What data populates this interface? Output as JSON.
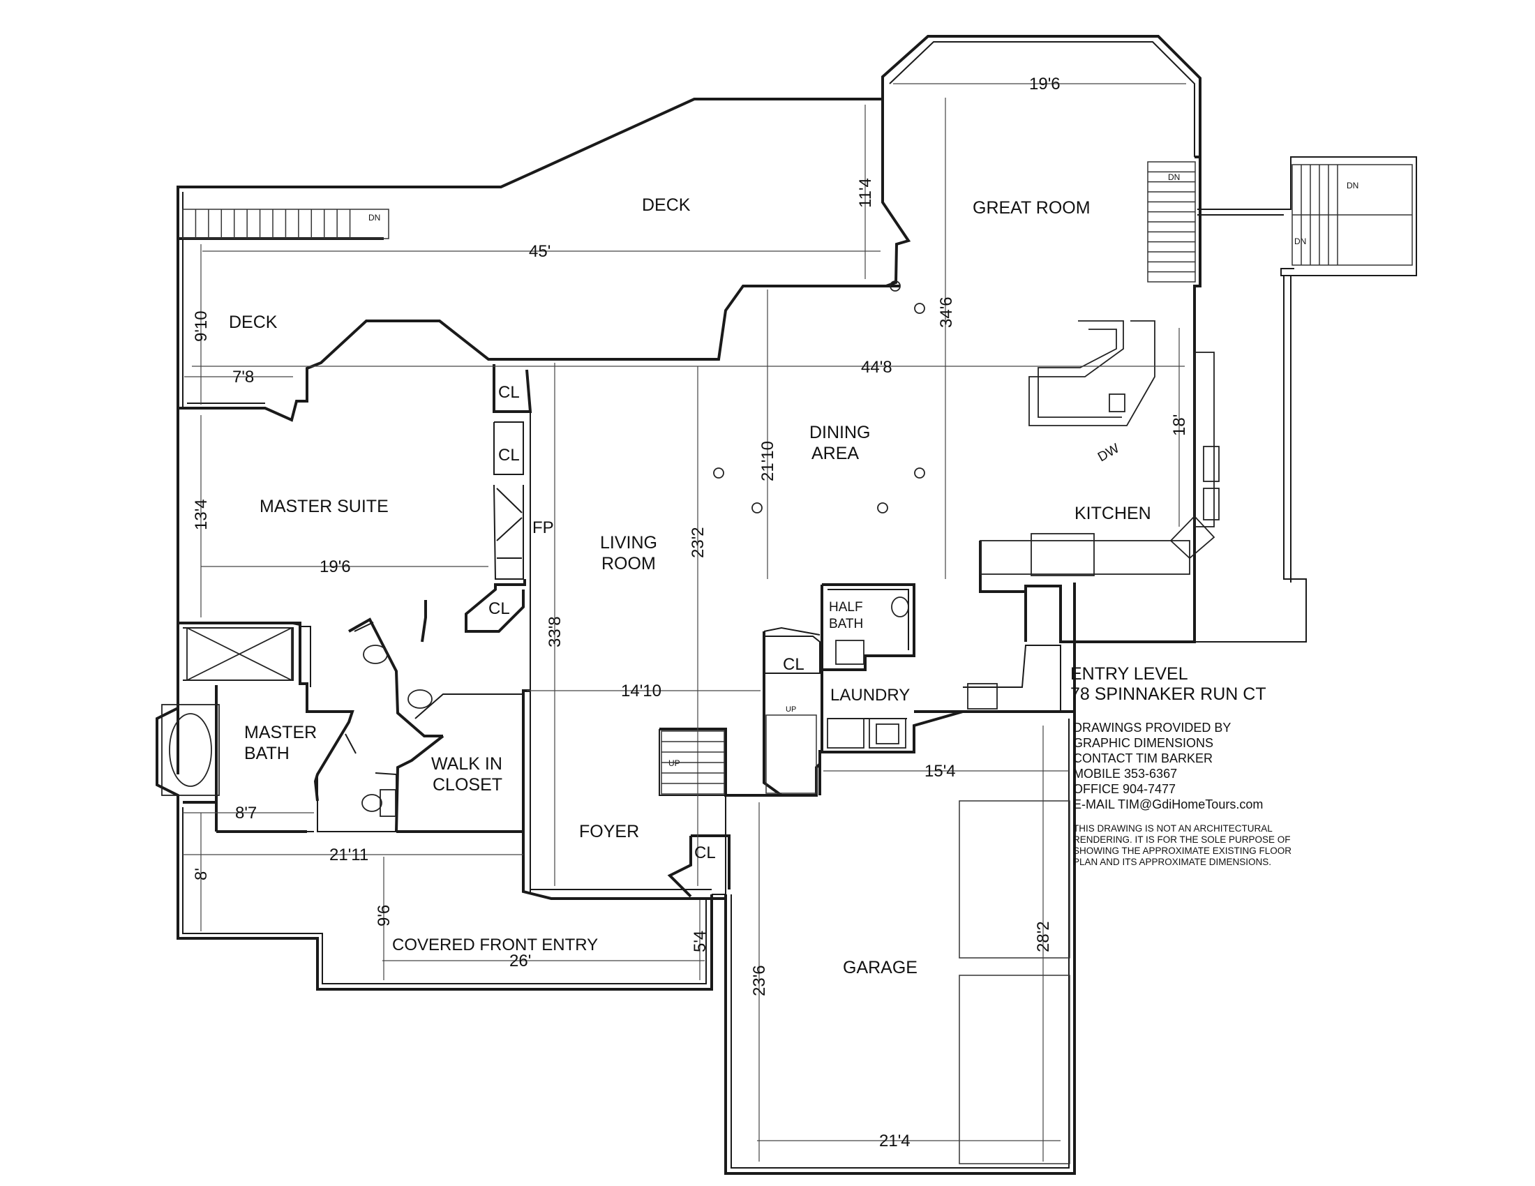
{
  "plan": {
    "title_line1": "ENTRY LEVEL",
    "title_line2": "78 SPINNAKER RUN CT",
    "credits": [
      "DRAWINGS PROVIDED BY",
      "GRAPHIC DIMENSIONS",
      "CONTACT TIM BARKER",
      "MOBILE 353-6367",
      "OFFICE 904-7477",
      "E-MAIL TIM@GdiHomeTours.com"
    ],
    "disclaimer": [
      "THIS DRAWING IS NOT AN ARCHITECTURAL",
      "RENDERING. IT IS FOR THE SOLE PURPOSE OF",
      "SHOWING THE APPROXIMATE EXISTING FLOOR",
      "PLAN AND ITS APPROXIMATE  DIMENSIONS."
    ]
  },
  "rooms": {
    "deck_upper": "DECK",
    "deck_left": "DECK",
    "great_room": "GREAT ROOM",
    "dining_area_1": "DINING",
    "dining_area_2": "AREA",
    "kitchen": "KITCHEN",
    "master_suite": "MASTER SUITE",
    "living_room_1": "LIVING",
    "living_room_2": "ROOM",
    "fireplace": "FP",
    "closet_1": "CL",
    "closet_2": "CL",
    "closet_3": "CL",
    "closet_4": "CL",
    "closet_5": "CL",
    "half_bath_1": "HALF",
    "half_bath_2": "BATH",
    "laundry": "LAUNDRY",
    "master_bath_1": "MASTER",
    "master_bath_2": "BATH",
    "walk_in_closet_1": "WALK IN",
    "walk_in_closet_2": "CLOSET",
    "foyer": "FOYER",
    "covered_front_entry": "COVERED FRONT ENTRY",
    "garage": "GARAGE",
    "dishwasher": "DW",
    "stair_dn_1": "DN",
    "stair_dn_2": "DN",
    "stair_dn_3": "DN",
    "stair_dn_4": "DN",
    "stair_up_1": "UP",
    "stair_up_2": "UP"
  },
  "dimensions": {
    "deck_width": "45'",
    "deck_depth": "11'4",
    "great_room_width": "19'6",
    "great_room_length": "34'6",
    "deck_left_depth": "9'10",
    "deck_left_width": "7'8",
    "overall_width": "44'8",
    "dining_depth": "21'10",
    "kitchen_depth": "18'",
    "master_depth": "13'4",
    "master_width": "19'6",
    "living_depth": "23'2",
    "living_length": "33'8",
    "living_width": "14'10",
    "garage_width_top": "15'4",
    "bath_width": "8'7",
    "entry_wall": "21'11",
    "entry_depth_left": "8'",
    "entry_depth_mid": "9'6",
    "entry_width": "26'",
    "entry_depth_right": "5'4",
    "garage_depth_left": "23'6",
    "garage_depth_right": "28'2",
    "garage_width": "21'4"
  }
}
